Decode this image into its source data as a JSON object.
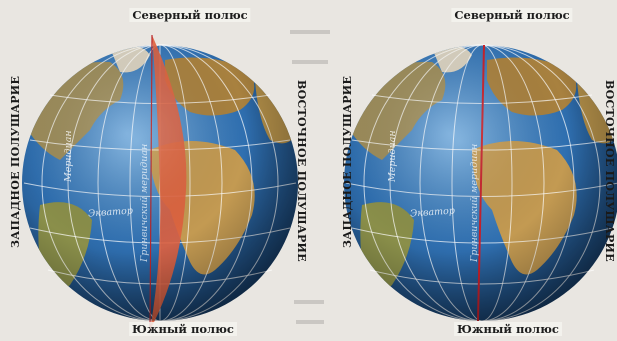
{
  "left_globe": {
    "north_pole": "Северный полюс",
    "south_pole": "Южный полюс",
    "west_hemisphere": "ЗАПАДНОЕ ПОЛУШАРИЕ",
    "east_hemisphere": "ВОСТОЧНОЕ ПОЛУШАРИЕ",
    "meridian": "Меридиан",
    "equator": "Экватор",
    "greenwich_meridian": "Гринвичский меридиан"
  },
  "right_globe": {
    "north_pole": "Северный полюс",
    "south_pole": "Южный полюс",
    "west_hemisphere": "ЗАПАДНОЕ ПОЛУШАРИЕ",
    "east_hemisphere": "ВОСТОЧНОЕ ПОЛУШАРИЕ",
    "meridian": "Меридиан",
    "equator": "Экватор",
    "greenwich_meridian": "Гринвичский меридиан"
  },
  "colors": {
    "ocean": "#2f6fb0",
    "land": "#b98a45",
    "greenwich_band": "#e0603e",
    "greenwich_line": "#c8202a",
    "grid": "#ffffff"
  }
}
